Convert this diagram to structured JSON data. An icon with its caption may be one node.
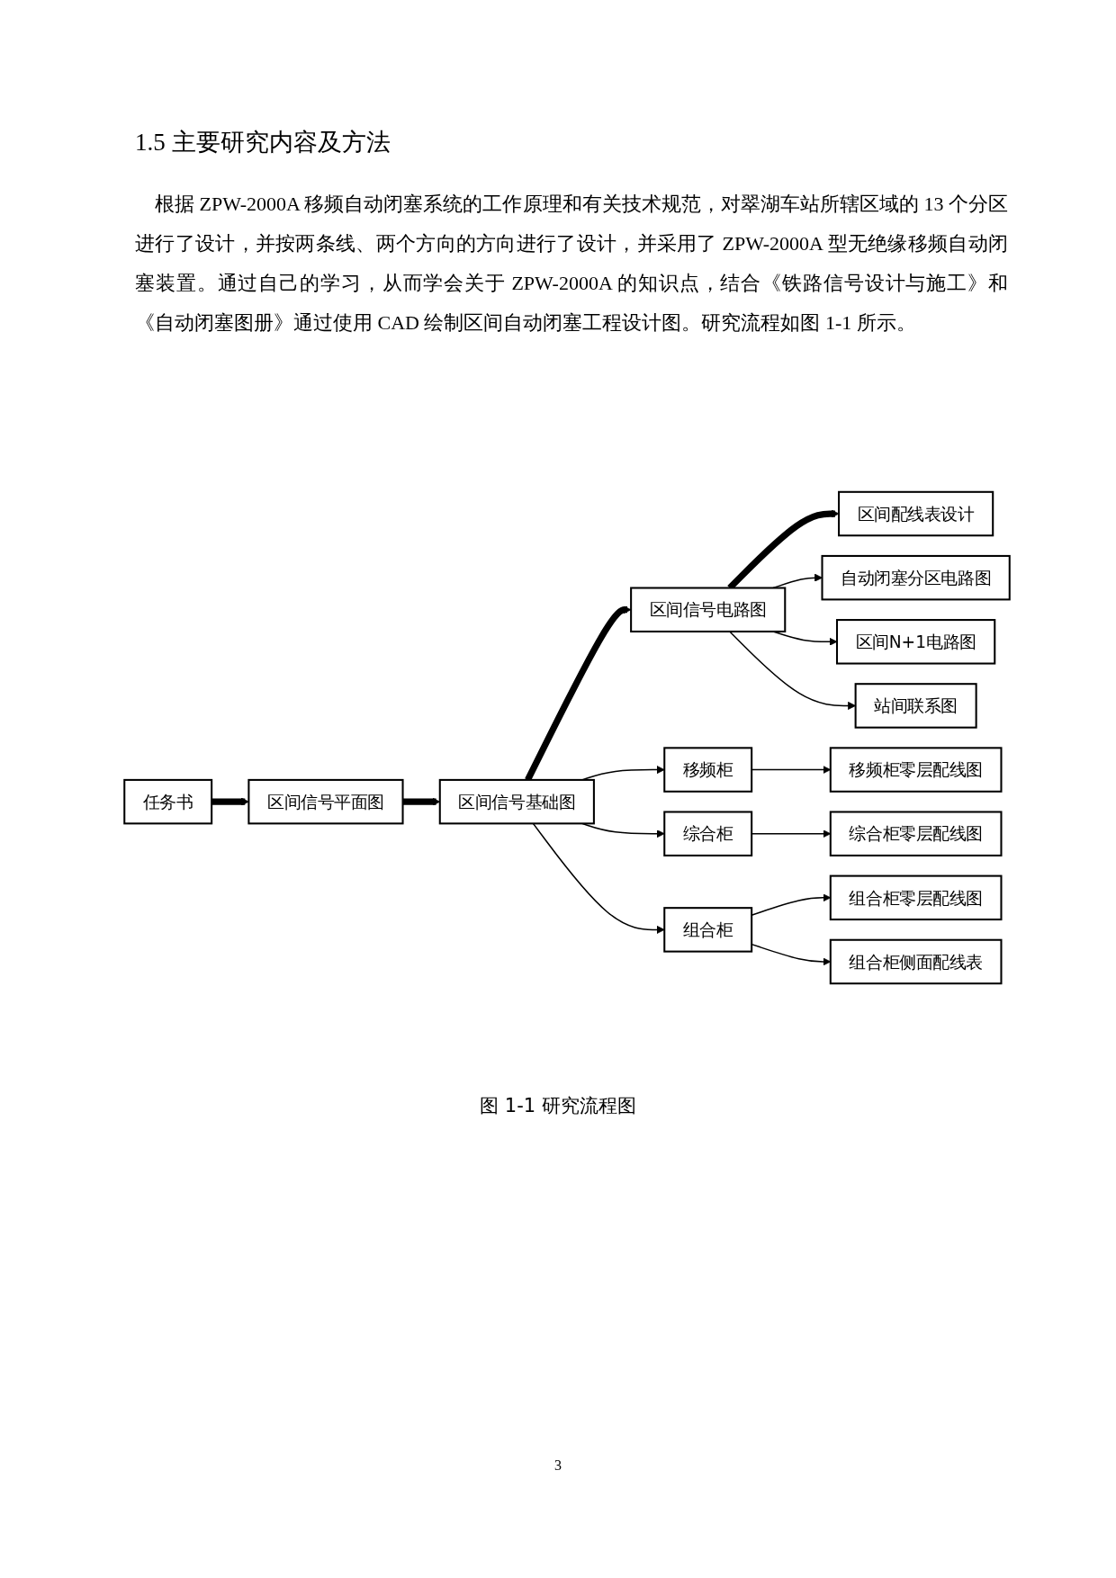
{
  "diagram": {
    "title": "1.5 主要研究内容及方法",
    "caption": "图 1-1 研究流程图",
    "nodes": [
      {
        "text": [
          "任务书"
        ]
      },
      {
        "text": [
          "区间信号平面图"
        ]
      },
      {
        "text": [
          "区间信号基础图"
        ]
      },
      {
        "text": [
          "区间信号电路图"
        ]
      },
      {
        "text": [
          "区间配线表设计"
        ]
      },
      {
        "text": [
          "自动闭塞分区电路图"
        ]
      },
      {
        "text": [
          "区间N+1电路图"
        ]
      },
      {
        "text": [
          "站间联系图"
        ]
      },
      {
        "text": [
          "移频柜"
        ]
      },
      {
        "text": [
          "综合柜"
        ]
      },
      {
        "text": [
          "组合柜"
        ]
      },
      {
        "text": [
          "移频柜零层配线图"
        ]
      },
      {
        "text": [
          "综合柜零层配线图"
        ]
      },
      {
        "text": [
          "组合柜零层配线图"
        ]
      },
      {
        "text": [
          "组合柜侧面配线表"
        ]
      }
    ],
    "edges": [
      {
        "from": 0,
        "to": 1,
        "arrow": "to",
        "style": "thick"
      },
      {
        "from": 1,
        "to": 2,
        "arrow": "to",
        "style": "thick"
      },
      {
        "from": 2,
        "to": 3,
        "arrow": "to",
        "style": "thick"
      },
      {
        "from": 3,
        "to": 4,
        "arrow": "to",
        "style": "thick"
      },
      {
        "from": 3,
        "to": 5,
        "arrow": "to"
      },
      {
        "from": 3,
        "to": 6,
        "arrow": "to"
      },
      {
        "from": 3,
        "to": 7,
        "arrow": "to"
      },
      {
        "from": 2,
        "to": 8,
        "arrow": "to"
      },
      {
        "from": 2,
        "to": 9,
        "arrow": "to"
      },
      {
        "from": 2,
        "to": 10,
        "arrow": "to"
      },
      {
        "from": 8,
        "to": 11,
        "arrow": "to"
      },
      {
        "from": 9,
        "to": 12,
        "arrow": "to"
      },
      {
        "from": 10,
        "to": 13,
        "arrow": "to"
      },
      {
        "from": 10,
        "to": 14,
        "arrow": "to"
      }
    ],
    "labels": [
      "根据 ZPW-2000A 移频自动闭塞系统的工作原理和有关技术规范，对翠湖车站所辖区域的 13 个分区进行了设计，并按两条线、两个方向的方向进行了设计，并采用了 ZPW-2000A 型无绝缘移频自动闭塞装置。通过自己的学习，从而学会关于 ZPW-2000A 的知识点，结合《铁路信号设计与施工》和《自动闭塞图册》通过使用 CAD 绘制区间自动闭塞工程设计图。研究流程如图 1-1 所示。",
      "3"
    ]
  }
}
